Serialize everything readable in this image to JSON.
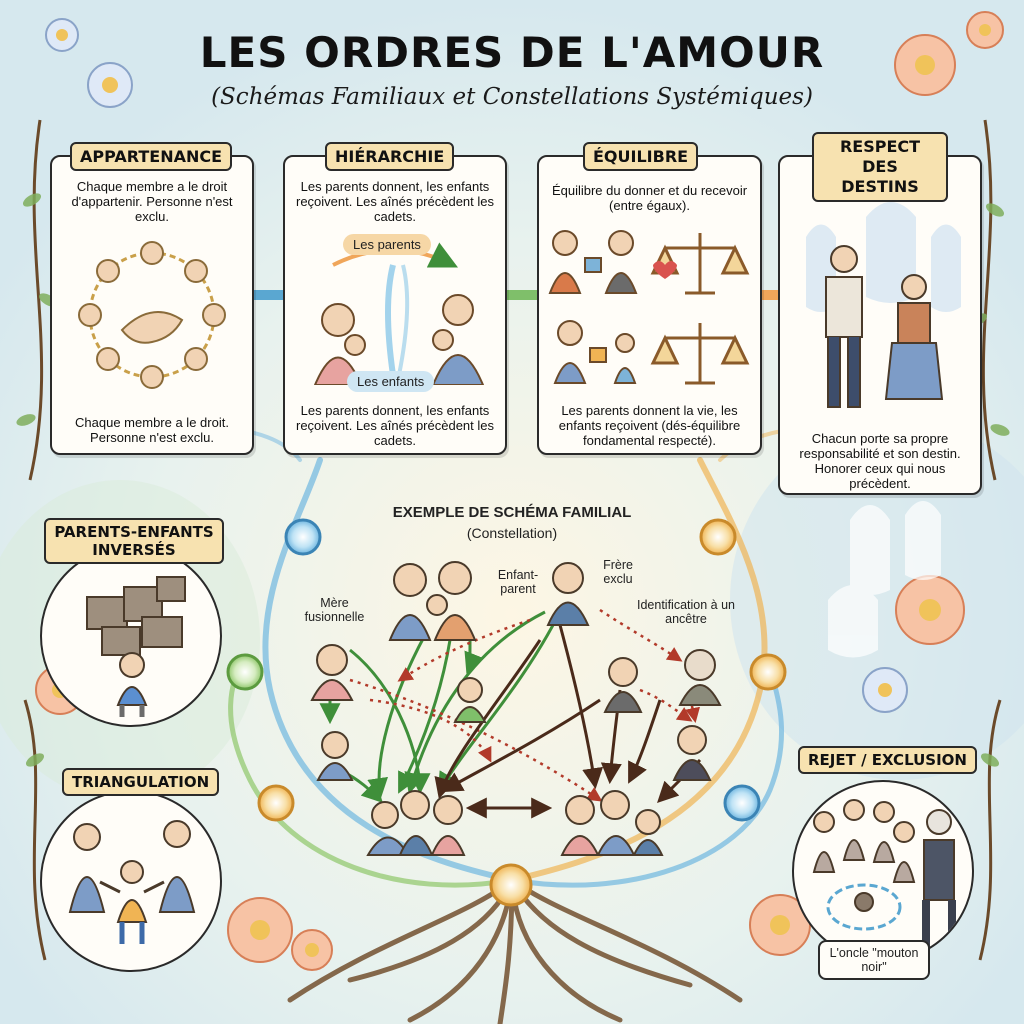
{
  "header": {
    "title": "LES ORDRES DE L'AMOUR",
    "subtitle": "(Schémas Familiaux et Constellations Systémiques)"
  },
  "cards": [
    {
      "tag": "APPARTENANCE",
      "top": "Chaque membre a le droit d'appartenir. Personne n'est exclu.",
      "bottom": "Chaque membre a le droit. Personne n'est exclu."
    },
    {
      "tag": "HIÉRARCHIE",
      "top": "Les parents donnent, les enfants reçoivent. Les aînés précèdent les cadets.",
      "bottom": "Les parents donnent, les enfants reçoivent. Les aînés précèdent les cadets.",
      "pill_parents": "Les parents",
      "pill_children": "Les enfants"
    },
    {
      "tag": "ÉQUILIBRE",
      "top": "Équilibre du donner et du recevoir (entre égaux).",
      "bottom": "Les parents donnent la vie, les enfants reçoivent (dés-équilibre fondamental respecté)."
    },
    {
      "tag": "RESPECT DES DESTINS",
      "bottom": "Chacun porte sa propre responsabilité et son destin. Honorer ceux qui nous précèdent."
    }
  ],
  "center": {
    "title": "EXEMPLE DE SCHÉMA FAMILIAL",
    "subtitle": "(Constellation)",
    "labels": {
      "mere": "Mère fusionnelle",
      "enfant_parent": "Enfant-parent",
      "frere": "Frère exclu",
      "ancetre": "Identification à un ancêtre"
    }
  },
  "side_panels": {
    "parents_enfants": "PARENTS-ENFANTS INVERSÉS",
    "triangulation": "TRIANGULATION",
    "rejet": "REJET / EXCLUSION",
    "oncle": "L'oncle \"mouton noir\""
  },
  "colors": {
    "tag_bg": "#f7e2b0",
    "green_arrow": "#3f8f3a",
    "red_dotted": "#b23a2a",
    "brown_arrow": "#4a2a1a",
    "blue_node": "#6fb6e0",
    "gold_node": "#f0b454",
    "green_node": "#8fc66a"
  }
}
